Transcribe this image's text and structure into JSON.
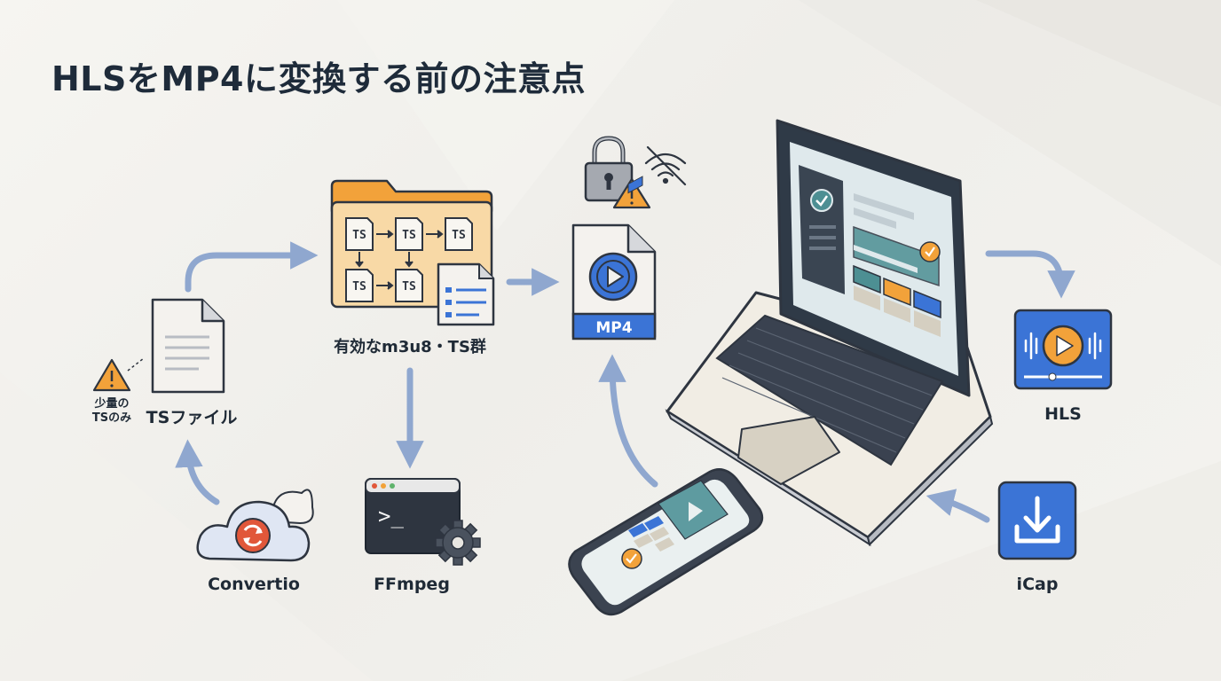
{
  "title": "HLSをMP4に変換する前の注意点",
  "nodes": {
    "ts_file": "TSファイル",
    "small_ts_note": "少量の\nTSのみ",
    "convertio": "Convertio",
    "m3u8_ts": "有効なm3u8・TS群",
    "ffmpeg": "FFmpeg",
    "mp4": "MP4",
    "hls": "HLS",
    "icap": "iCap"
  },
  "segment_label": "TS",
  "terminal_prompt": ">_",
  "icons": [
    "folder-icon",
    "document-icon",
    "warning-icon",
    "cloud-icon",
    "refresh-icon",
    "terminal-icon",
    "gear-icon",
    "lock-icon",
    "no-wifi-icon",
    "play-icon",
    "laptop-icon",
    "smartphone-icon",
    "audio-wave-icon",
    "download-icon"
  ],
  "colors": {
    "arrow": "#8fa7cf",
    "orange": "#f2a23a",
    "blue": "#3b74d6",
    "dark": "#2e3540",
    "teal": "#4d8f93"
  }
}
